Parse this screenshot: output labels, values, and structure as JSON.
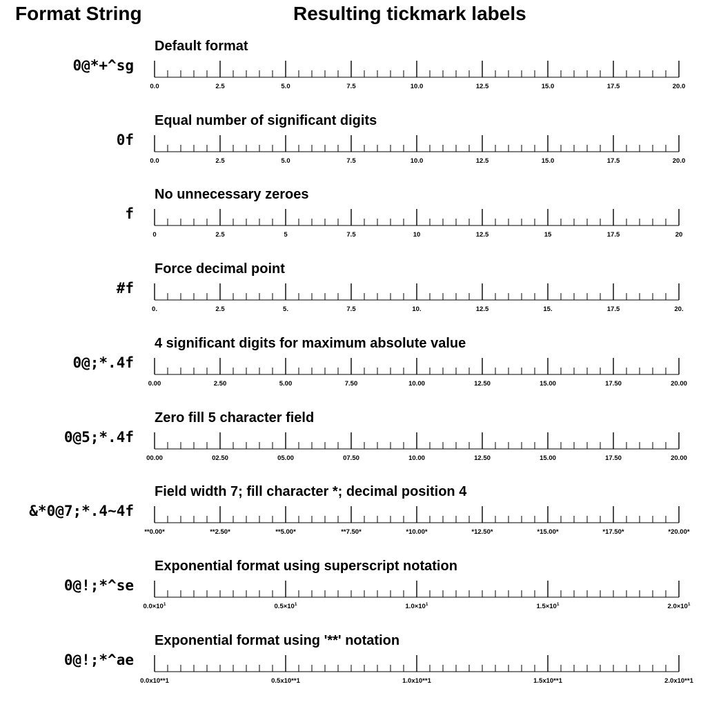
{
  "headers": {
    "format_column": "Format String",
    "labels_column": "Resulting tickmark labels"
  },
  "axis_range": [
    0,
    20
  ],
  "major_step": 2.5,
  "minor_step": 0.5,
  "rows": [
    {
      "format": "0@*+^sg",
      "description": "Default format",
      "labels": [
        "0.0",
        "2.5",
        "5.0",
        "7.5",
        "10.0",
        "12.5",
        "15.0",
        "17.5",
        "20.0"
      ]
    },
    {
      "format": "0f",
      "description": "Equal number of significant digits",
      "labels": [
        "0.0",
        "2.5",
        "5.0",
        "7.5",
        "10.0",
        "12.5",
        "15.0",
        "17.5",
        "20.0"
      ]
    },
    {
      "format": "f",
      "description": "No unnecessary zeroes",
      "labels": [
        "0",
        "2.5",
        "5",
        "7.5",
        "10",
        "12.5",
        "15",
        "17.5",
        "20"
      ]
    },
    {
      "format": "#f",
      "description": "Force decimal point",
      "labels": [
        "0.",
        "2.5",
        "5.",
        "7.5",
        "10.",
        "12.5",
        "15.",
        "17.5",
        "20."
      ]
    },
    {
      "format": "0@;*.4f",
      "description": "4 significant digits for maximum absolute value",
      "labels": [
        "0.00",
        "2.50",
        "5.00",
        "7.50",
        "10.00",
        "12.50",
        "15.00",
        "17.50",
        "20.00"
      ]
    },
    {
      "format": "0@5;*.4f",
      "description": "Zero fill 5 character field",
      "labels": [
        "00.00",
        "02.50",
        "05.00",
        "07.50",
        "10.00",
        "12.50",
        "15.00",
        "17.50",
        "20.00"
      ]
    },
    {
      "format": "&*0@7;*.4~4f",
      "description": "Field width 7; fill character *; decimal position 4",
      "labels": [
        "**0.00*",
        "**2.50*",
        "**5.00*",
        "**7.50*",
        "*10.00*",
        "*12.50*",
        "*15.00*",
        "*17.50*",
        "*20.00*"
      ]
    },
    {
      "format": "0@!;*^se",
      "description": "Exponential format using superscript notation",
      "major_step": 5,
      "superscript": true,
      "labels": [
        "0.0×10|1",
        "0.5×10|1",
        "1.0×10|1",
        "1.5×10|1",
        "2.0×10|1"
      ]
    },
    {
      "format": "0@!;*^ae",
      "description": "Exponential format using '**' notation",
      "major_step": 5,
      "labels": [
        "0.0x10**1",
        "0.5x10**1",
        "1.0x10**1",
        "1.5x10**1",
        "2.0x10**1"
      ]
    }
  ]
}
